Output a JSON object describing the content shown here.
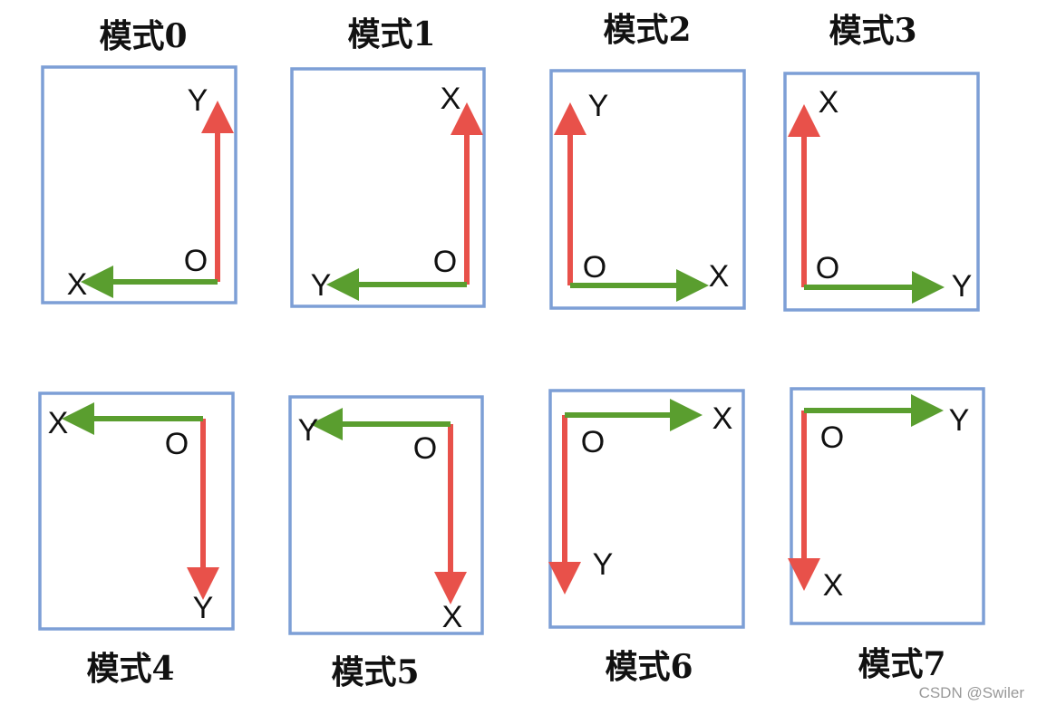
{
  "colors": {
    "frame": "#7d9fd6",
    "vertical_arrow": "#e8514a",
    "horizontal_arrow": "#5a9e2f"
  },
  "origin_label": "O",
  "watermark": "CSDN @Swiler",
  "modes": [
    {
      "title": "模式0",
      "horizontal_label": "X",
      "vertical_label": "Y"
    },
    {
      "title": "模式1",
      "horizontal_label": "Y",
      "vertical_label": "X"
    },
    {
      "title": "模式2",
      "horizontal_label": "X",
      "vertical_label": "Y"
    },
    {
      "title": "模式3",
      "horizontal_label": "Y",
      "vertical_label": "X"
    },
    {
      "title": "模式4",
      "horizontal_label": "X",
      "vertical_label": "Y"
    },
    {
      "title": "模式5",
      "horizontal_label": "Y",
      "vertical_label": "X"
    },
    {
      "title": "模式6",
      "horizontal_label": "X",
      "vertical_label": "Y"
    },
    {
      "title": "模式7",
      "horizontal_label": "Y",
      "vertical_label": "X"
    }
  ]
}
